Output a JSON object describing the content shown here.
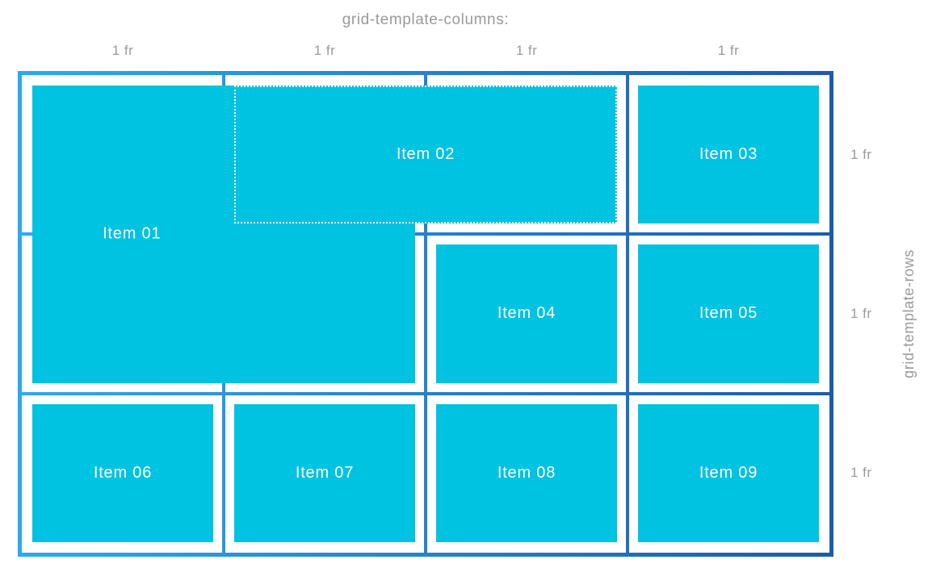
{
  "title": "grid-template-columns:",
  "rows_axis": {
    "label": "grid-template-rows"
  },
  "columns": {
    "track_labels": [
      "1 fr",
      "1 fr",
      "1 fr",
      "1 fr"
    ]
  },
  "rows": {
    "track_labels": [
      "1 fr",
      "1 fr",
      "1 fr"
    ]
  },
  "grid": {
    "column_count": 4,
    "row_count": 3,
    "items": [
      {
        "id": "item-01",
        "label": "Item 01",
        "col": [
          1,
          3
        ],
        "row": [
          1,
          3
        ],
        "dashed": false,
        "label_position": "left-half"
      },
      {
        "id": "item-02",
        "label": "Item 02",
        "col": [
          2,
          4
        ],
        "row": [
          1,
          2
        ],
        "dashed": true,
        "label_position": "center"
      },
      {
        "id": "item-03",
        "label": "Item 03",
        "col": [
          4,
          5
        ],
        "row": [
          1,
          2
        ],
        "dashed": false,
        "label_position": "center"
      },
      {
        "id": "item-04",
        "label": "Item 04",
        "col": [
          3,
          4
        ],
        "row": [
          2,
          3
        ],
        "dashed": false,
        "label_position": "center"
      },
      {
        "id": "item-05",
        "label": "Item 05",
        "col": [
          4,
          5
        ],
        "row": [
          2,
          3
        ],
        "dashed": false,
        "label_position": "center"
      },
      {
        "id": "item-06",
        "label": "Item 06",
        "col": [
          1,
          2
        ],
        "row": [
          3,
          4
        ],
        "dashed": false,
        "label_position": "center"
      },
      {
        "id": "item-07",
        "label": "Item 07",
        "col": [
          2,
          3
        ],
        "row": [
          3,
          4
        ],
        "dashed": false,
        "label_position": "center"
      },
      {
        "id": "item-08",
        "label": "Item 08",
        "col": [
          3,
          4
        ],
        "row": [
          3,
          4
        ],
        "dashed": false,
        "label_position": "center"
      },
      {
        "id": "item-09",
        "label": "Item 09",
        "col": [
          4,
          5
        ],
        "row": [
          3,
          4
        ],
        "dashed": false,
        "label_position": "center"
      }
    ]
  },
  "colors": {
    "background": "#FFFFFF",
    "item_fill": "#00C2E1",
    "item_label": "#FFFFFF",
    "dashed_outline": "#FFFFFF",
    "border_gradient_start": "#2CA9F2",
    "border_gradient_end": "#1A5CAC",
    "vertical_line_colors": [
      "#2997E0",
      "#2483CF",
      "#1F70BD"
    ],
    "axis_text": "#9A9A9A"
  }
}
